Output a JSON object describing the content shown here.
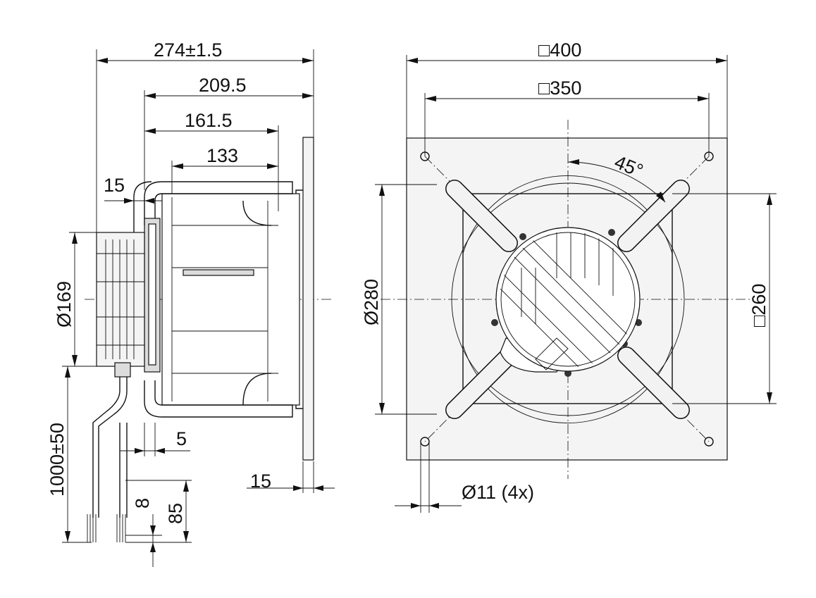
{
  "side_view": {
    "dim_overall_length": "274±1.5",
    "dim_209": "209.5",
    "dim_161": "161.5",
    "dim_133": "133",
    "dim_guard_offset": "15",
    "dim_motor_diameter": "Ø169",
    "dim_cable_length": "1000±50",
    "dim_small_offset": "5",
    "dim_plate_thickness": "15",
    "dim_strip_8": "8",
    "dim_strip_85": "85"
  },
  "front_view": {
    "dim_plate_outer": "□400",
    "dim_hole_pitch": "□350",
    "dim_angle": "45°",
    "dim_nozzle_diameter": "Ø280",
    "dim_inner_square": "□260",
    "dim_holes": "Ø11 (4x)"
  }
}
